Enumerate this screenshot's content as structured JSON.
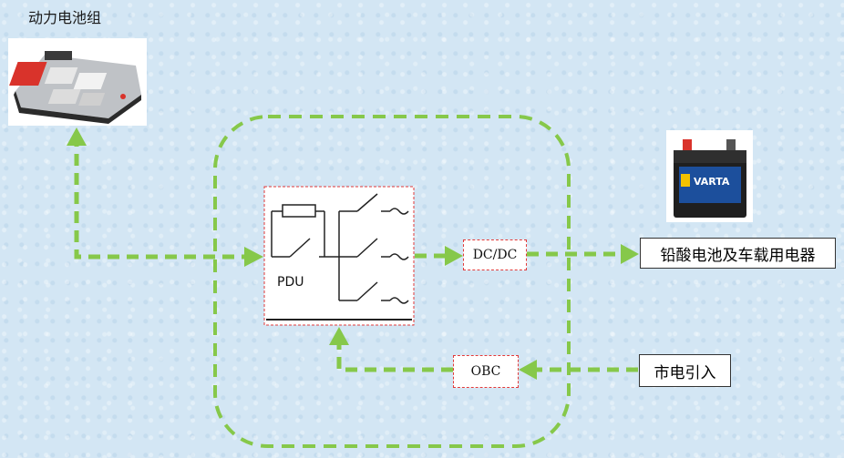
{
  "labels": {
    "battery_pack": "动力电池组",
    "pdu": "PDU",
    "dcdc": "DC/DC",
    "obc": "OBC",
    "lead_acid": "铅酸电池及车载用电器",
    "mains": "市电引入"
  },
  "battery_brand": "VARTA",
  "colors": {
    "flow_arrow": "#86c84a",
    "box_border_red": "#e23a3a",
    "background": "#d3e6f4"
  }
}
